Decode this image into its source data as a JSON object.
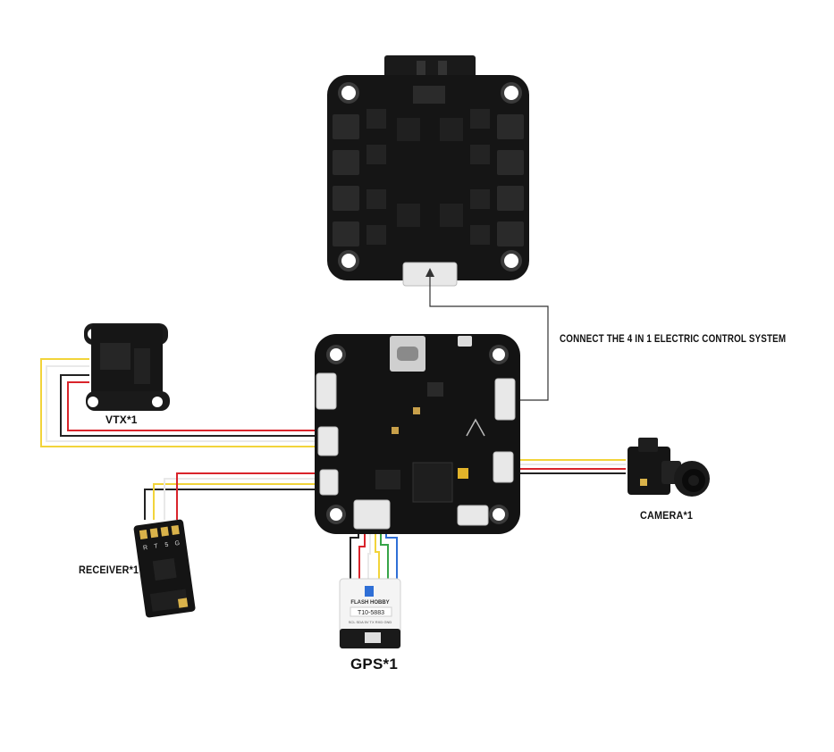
{
  "labels": {
    "connect": "CONNECT THE 4 IN 1 ELECTRIC CONTROL SYSTEM",
    "vtx": "VTX*1",
    "camera": "CAMERA*1",
    "receiver": "RECEIVER*1",
    "gps": "GPS*1"
  },
  "gps_module": {
    "brand": "FLASH HOBBY",
    "model": "T10-5883",
    "pins": "SCL SDA 5V TX RXD GND"
  },
  "receiver_pins": [
    "R",
    "T",
    "5",
    "G"
  ],
  "colors": {
    "board": "#141414",
    "pad": "#2a2a2a",
    "wire_black": "#222222",
    "wire_red": "#d9242b",
    "wire_yellow": "#f2d43a",
    "wire_white": "#e9e9e9",
    "wire_green": "#37a548",
    "wire_blue": "#2f6fd6"
  }
}
